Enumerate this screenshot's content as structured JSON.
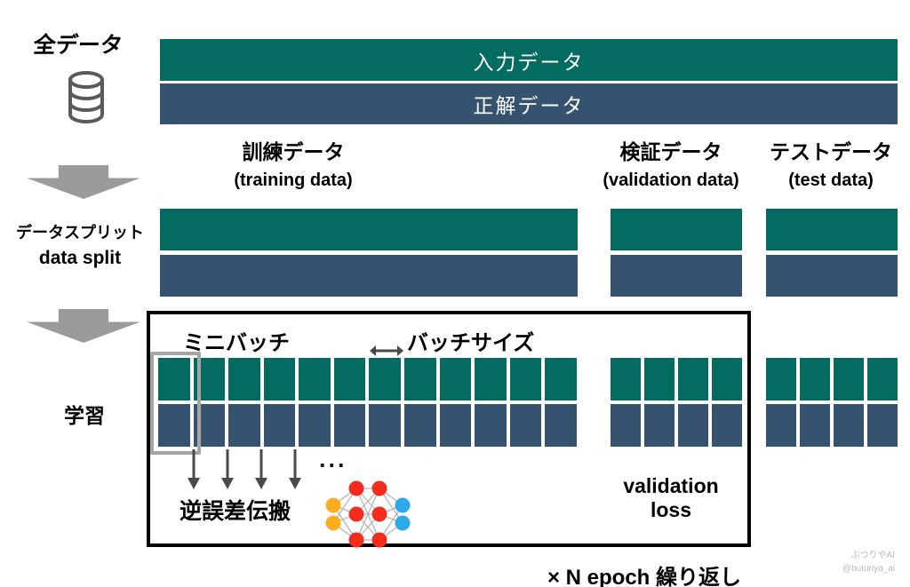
{
  "colors": {
    "teal": "#046B60",
    "slate": "#35536E",
    "block_arrow_gray": "#9B9B9B",
    "highlight_gray": "#A5A5A5",
    "icon_gray": "#5A5A5A",
    "nn_orange": "#FFAD1C",
    "nn_red": "#F32C1E",
    "nn_blue": "#2BA9E8",
    "watermark_gray": "#B9B9B9"
  },
  "source": {
    "label": "全データ"
  },
  "full_bars": {
    "input": "入力データ",
    "answer": "正解データ"
  },
  "split": {
    "label_jp": "データスプリット",
    "label_en": "data split"
  },
  "columns": {
    "training": {
      "jp": "訓練データ",
      "en": "(training data)"
    },
    "validation": {
      "jp": "検証データ",
      "en": "(validation data)"
    },
    "test": {
      "jp": "テストデータ",
      "en": "(test data)"
    }
  },
  "learning": {
    "label": "学習",
    "minibatch": "ミニバッチ",
    "batchsize": "バッチサイズ",
    "backprop": "逆誤差伝搬",
    "ellipsis": "...",
    "validation_loss_line1": "validation",
    "validation_loss_line2": "loss",
    "epoch_note": "× N epoch 繰り返し",
    "training_segments": 12,
    "validation_segments": 4,
    "test_segments": 4
  },
  "watermark": {
    "line1": "ぶつりやAI",
    "line2": "@buturiya_ai"
  }
}
